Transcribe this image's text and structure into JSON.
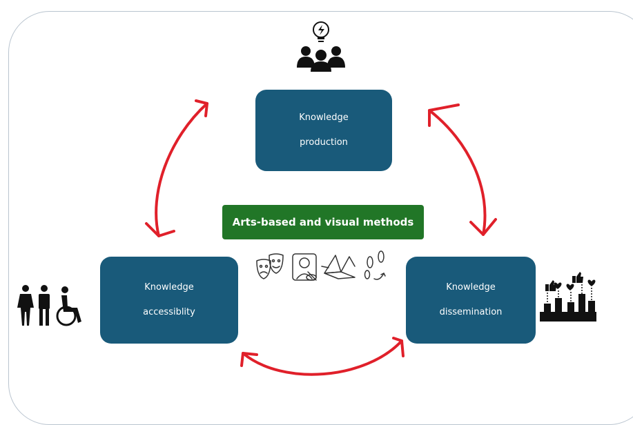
{
  "boxes": {
    "production": {
      "line1": "Knowledge",
      "line2": "production"
    },
    "accessibility": {
      "line1": "Knowledge",
      "line2": "accessiblity"
    },
    "dissemination": {
      "line1": "Knowledge",
      "line2": "dissemination"
    }
  },
  "center": {
    "label": "Arts-based and visual methods"
  },
  "colors": {
    "box": "#195a7a",
    "banner": "#217627",
    "arrow": "#e0202a",
    "frame": "#b9c4cf"
  },
  "icons": {
    "top": "people-with-lightbulb-icon",
    "left": "people-accessibility-icon",
    "right": "likes-bar-chart-icon",
    "methods": [
      "theatre-masks-icon",
      "portrait-drawing-icon",
      "origami-crane-icon",
      "footprints-icon"
    ]
  }
}
